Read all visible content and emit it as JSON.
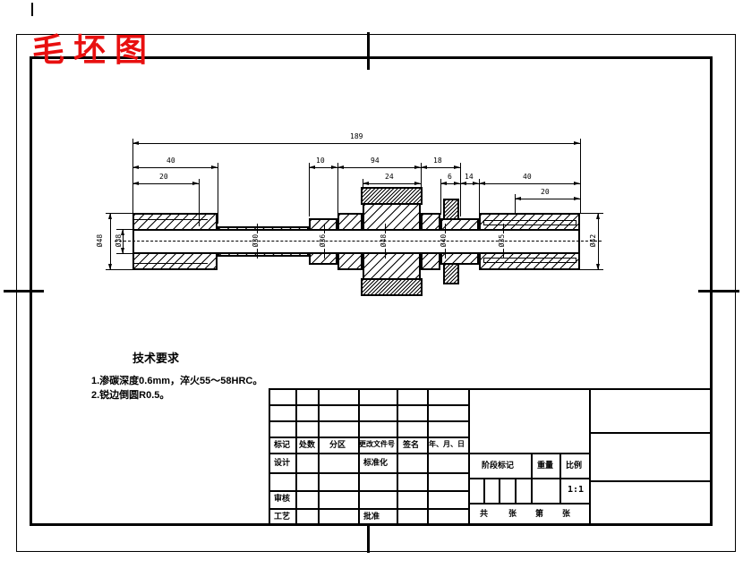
{
  "sheet": {
    "title": "毛坯图",
    "scale_value": "1:1"
  },
  "tech_requirements": {
    "title": "技术要求",
    "items": [
      "1.渗碳深度0.6mm，淬火55～58HRC。",
      "2.锐边倒圆R0.5。"
    ]
  },
  "dimensions": {
    "overall": "189",
    "row2": [
      "40",
      "10",
      "94",
      "18"
    ],
    "row3": [
      "20",
      "24",
      "6",
      "14",
      "40"
    ],
    "row4": [
      "20"
    ],
    "dia_left_outer": "Ø48",
    "dia_left_inner": "Ø38",
    "dia_right": "Ø42",
    "dia_inner": [
      "Ø30",
      "Ø36",
      "Ø48",
      "Ø40",
      "Ø35"
    ]
  },
  "title_block": {
    "headers": [
      "标记",
      "处数",
      "分区",
      "更改文件号",
      "签名",
      "年、月、日"
    ],
    "design": "设计",
    "standardization": "标准化",
    "review": "审核",
    "process": "工艺",
    "approve": "批准",
    "stage_mark": "阶段标记",
    "weight": "重量",
    "scale_label": "比例",
    "sheet_total": "共",
    "sheet_zhang1": "张",
    "sheet_no": "第",
    "sheet_zhang2": "张"
  }
}
